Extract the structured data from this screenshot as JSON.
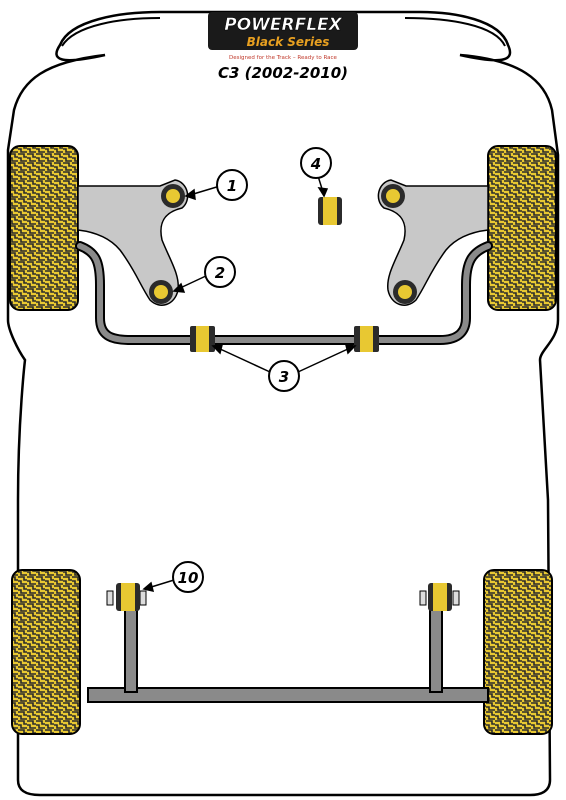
{
  "header": {
    "brand": "POWERFLEX",
    "series": "Black Series",
    "tagline": "Designed for the Track – Ready to Race",
    "model": "C3 (2002-2010)"
  },
  "callouts": [
    {
      "id": "1",
      "label": "1"
    },
    {
      "id": "2",
      "label": "2"
    },
    {
      "id": "3",
      "label": "3"
    },
    {
      "id": "4",
      "label": "4"
    },
    {
      "id": "10",
      "label": "10"
    }
  ],
  "colors": {
    "tyre": "#e8c832",
    "tyre_pattern": "#2b2b2b",
    "arm": "#c8c8c8",
    "bar": "#8a8a8a",
    "bush": "#e8c832",
    "outline": "#000000"
  }
}
